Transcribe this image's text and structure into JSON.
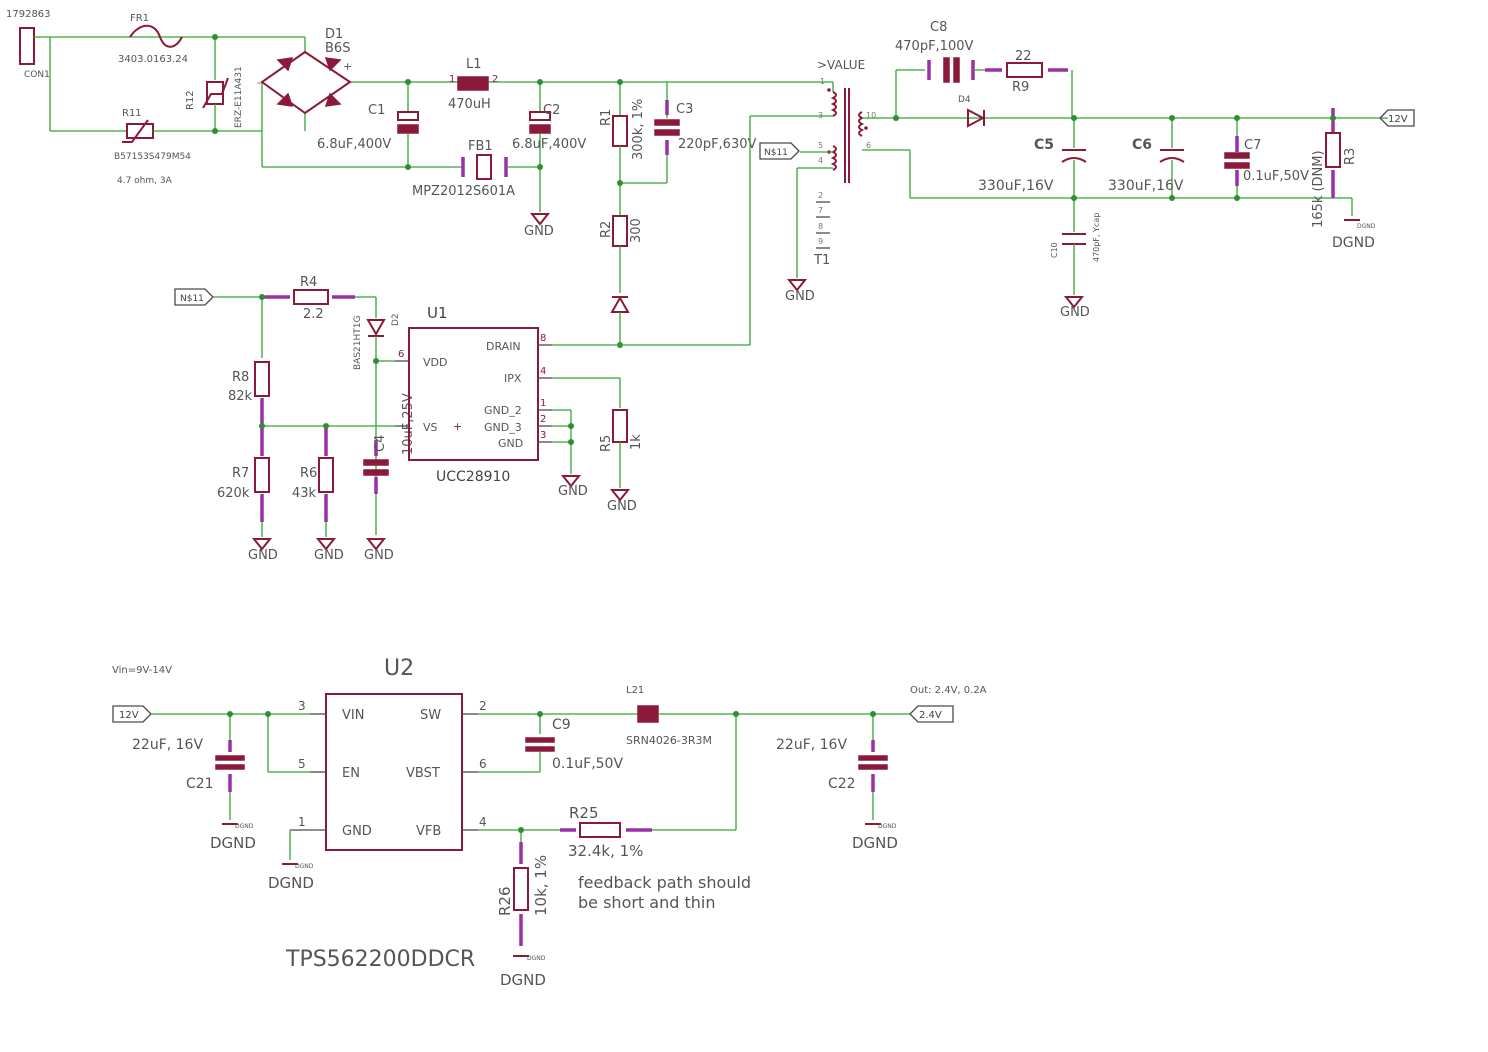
{
  "header": {
    "part_id": "1792863",
    "conn": "CON1"
  },
  "components": {
    "fr1": {
      "ref": "FR1",
      "value": "3403.0163.24"
    },
    "r12": {
      "ref": "R12",
      "value": "ERZ-E11A431"
    },
    "r11": {
      "ref": "R11",
      "value": "B57153S479M54",
      "note": "4.7 ohm, 3A"
    },
    "d1": {
      "ref": "D1",
      "value": "B6S"
    },
    "c1": {
      "ref": "C1",
      "value": "6.8uF,400V"
    },
    "l1": {
      "ref": "L1",
      "value": "470uH",
      "pin1": "1",
      "pin2": "2"
    },
    "c2": {
      "ref": "C2",
      "value": "6.8uF,400V"
    },
    "fb1": {
      "ref": "FB1",
      "value": "MPZ2012S601A"
    },
    "r1": {
      "ref": "R1",
      "value": "300k, 1%"
    },
    "c3": {
      "ref": "C3",
      "value": "220pF,630V"
    },
    "r2": {
      "ref": "R2",
      "value": "300"
    },
    "t1": {
      "ref": "T1",
      "value": ">VALUE",
      "pins": [
        "1",
        "3",
        "5",
        "4",
        "2",
        "7",
        "8",
        "9",
        "10",
        "6"
      ]
    },
    "c8": {
      "ref": "C8",
      "value": "470pF,100V"
    },
    "r9": {
      "ref": "R9",
      "value": "22"
    },
    "d4": {
      "ref": "D4"
    },
    "c5": {
      "ref": "C5",
      "value": "330uF,16V"
    },
    "c6": {
      "ref": "C6",
      "value": "330uF,16V"
    },
    "c7": {
      "ref": "C7",
      "value": "0.1uF,50V"
    },
    "r3": {
      "ref": "R3",
      "value": "165k (DNM)"
    },
    "c10": {
      "ref": "C10",
      "value": "470pF, Ycap"
    },
    "r4": {
      "ref": "R4",
      "value": "2.2"
    },
    "d2": {
      "ref": "D2",
      "value": "BAS21HT1G"
    },
    "r8": {
      "ref": "R8",
      "value": "82k"
    },
    "r7": {
      "ref": "R7",
      "value": "620k"
    },
    "r6": {
      "ref": "R6",
      "value": "43k"
    },
    "c4": {
      "ref": "C4",
      "value": "10uF,25V"
    },
    "r5": {
      "ref": "R5",
      "value": "1k"
    },
    "u1": {
      "ref": "U1",
      "value": "UCC28910",
      "pins_left": [
        {
          "num": "6",
          "name": "VDD"
        },
        {
          "num": "",
          "name": "VS"
        }
      ],
      "pins_right": [
        {
          "num": "8",
          "name": "DRAIN"
        },
        {
          "num": "4",
          "name": "IPX"
        },
        {
          "num": "1",
          "name": "GND_2"
        },
        {
          "num": "2",
          "name": "GND_3"
        },
        {
          "num": "3",
          "name": "GND"
        }
      ]
    },
    "u2": {
      "ref": "U2",
      "value": "TPS562200DDCR",
      "pins_left": [
        {
          "num": "3",
          "name": "VIN"
        },
        {
          "num": "5",
          "name": "EN"
        },
        {
          "num": "1",
          "name": "GND"
        }
      ],
      "pins_right": [
        {
          "num": "2",
          "name": "SW"
        },
        {
          "num": "6",
          "name": "VBST"
        },
        {
          "num": "4",
          "name": "VFB"
        }
      ]
    },
    "c9": {
      "ref": "C9",
      "value": "0.1uF,50V"
    },
    "l21": {
      "ref": "L21",
      "value": "SRN4026-3R3M"
    },
    "c21": {
      "ref": "C21",
      "value": "22uF, 16V"
    },
    "c22": {
      "ref": "C22",
      "value": "22uF, 16V"
    },
    "r25": {
      "ref": "R25",
      "value": "32.4k, 1%"
    },
    "r26": {
      "ref": "R26",
      "value": "10k, 1%"
    }
  },
  "nets": {
    "gnd": "GND",
    "dgnd": "DGND",
    "dgnd_small": "DGND",
    "n11": "N$11",
    "v12": "12V",
    "v24": "2.4V"
  },
  "notes": {
    "vin": "Vin=9V-14V",
    "vout": "Out: 2.4V, 0.2A",
    "feedback_line1": "feedback path should",
    "feedback_line2": "be short and thin"
  }
}
